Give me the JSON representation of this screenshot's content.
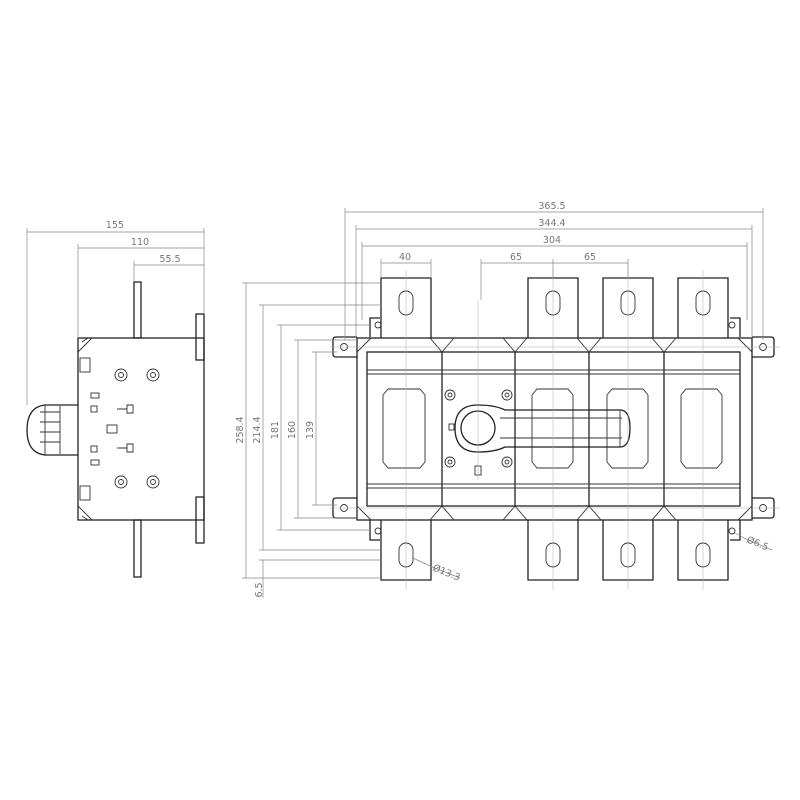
{
  "side_view": {
    "dims": {
      "overall_depth": "155",
      "body_depth": "110",
      "terminal_offset": "55.5"
    }
  },
  "front_view": {
    "horizontal_dims": {
      "overall_width": "365.5",
      "mount_width": "344.4",
      "body_width": "304",
      "terminal_width": "40",
      "pole_pitch_1": "65",
      "pole_pitch_2": "65"
    },
    "vertical_dims": {
      "overall_height": "258.4",
      "terminal_pitch": "214.4",
      "flange_height": "181",
      "body_height": "160",
      "mount_pitch": "139",
      "terminal_offset": "6.5"
    },
    "hole_labels": {
      "terminal_hole": "Ø13.3",
      "mount_hole": "Ø6.5"
    }
  },
  "colors": {
    "line": "#222222",
    "dimension": "#888888"
  }
}
